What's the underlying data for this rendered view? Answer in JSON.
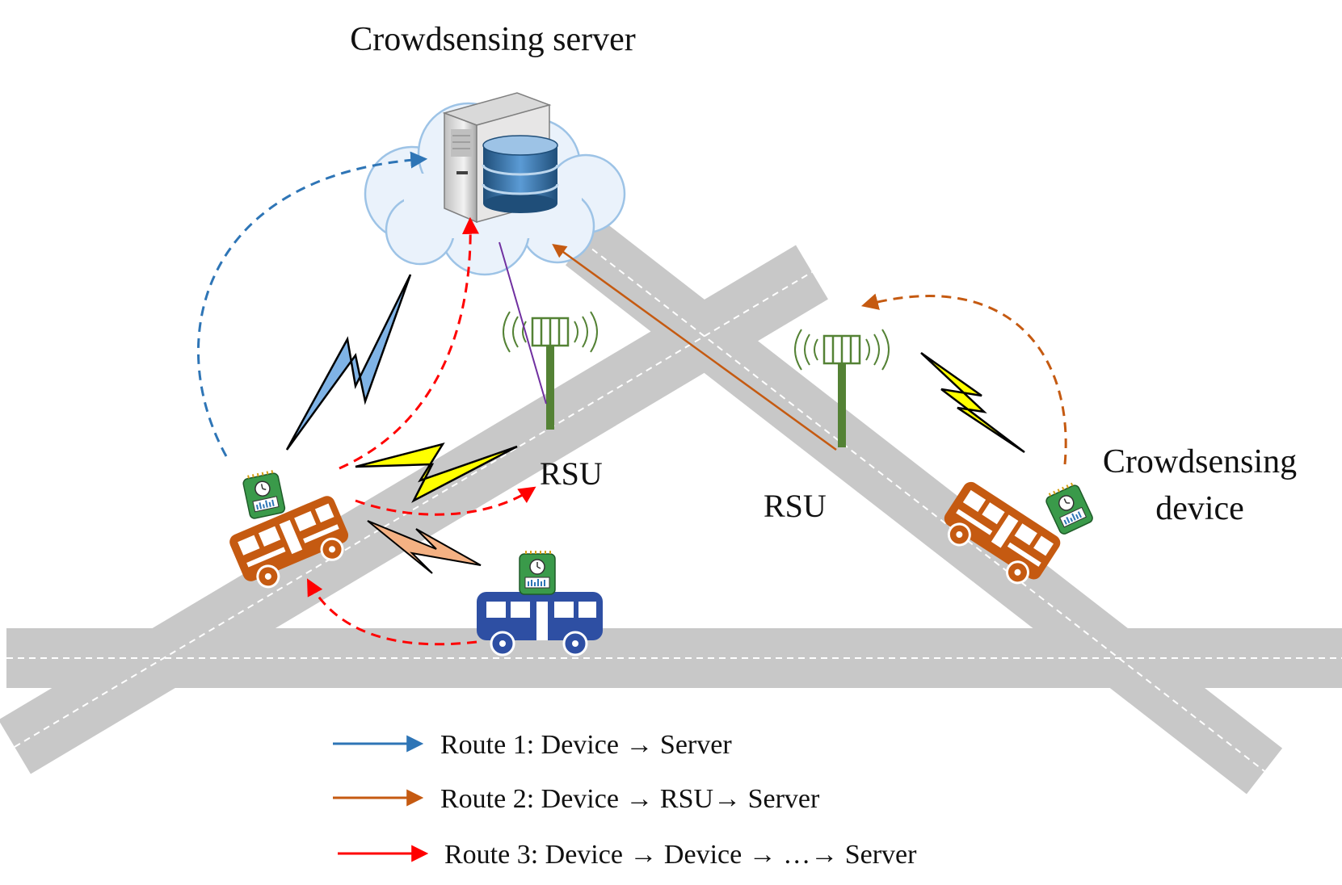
{
  "labels": {
    "server": "Crowdsensing server",
    "rsu_left": "RSU",
    "rsu_right": "RSU",
    "device_line1": "Crowdsensing",
    "device_line2": "device"
  },
  "legend": [
    {
      "text": "Route 1: Device → Server",
      "color": "#2e75b6",
      "dashed": false
    },
    {
      "text": "Route 2: Device → RSU→ Server",
      "color": "#c55a11",
      "dashed": false
    },
    {
      "text": "Route 3: Device → Device → …→ Server",
      "color": "#ff0000",
      "dashed": false
    }
  ],
  "colors": {
    "route1": "#2e75b6",
    "route2": "#c55a11",
    "route3": "#ff0000",
    "road": "#c8c8c8",
    "bus_orange": "#c55a11",
    "bus_blue": "#2e4fa3",
    "tower": "#548235",
    "bolt_blue": "#7fb3e6",
    "bolt_yellow": "#ffff00",
    "bolt_peach": "#f4b183",
    "cloud_fill": "#eaf2fb",
    "cloud_stroke": "#9dc3e6",
    "sensor": "#3a9a4a",
    "server_link": "#7030a0"
  },
  "icons": [
    "cloud-icon",
    "server-tower-icon",
    "database-icon",
    "rsu-tower-icon",
    "bus-icon",
    "sensor-board-icon",
    "lightning-bolt-icon"
  ]
}
